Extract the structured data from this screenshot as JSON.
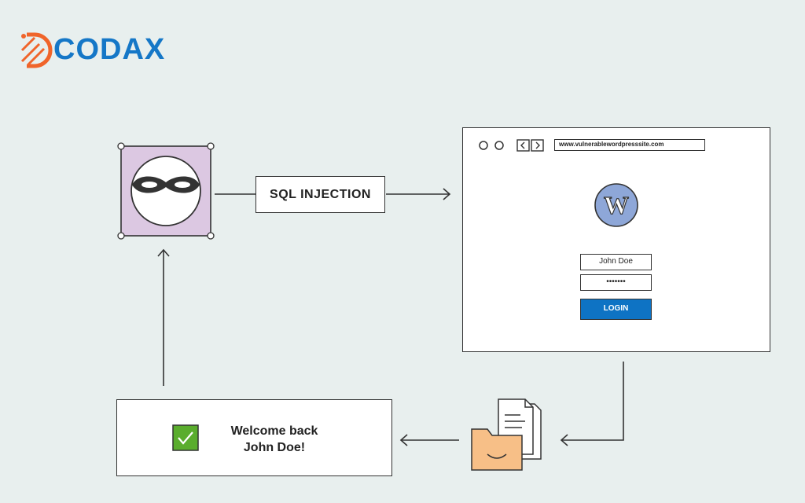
{
  "brand": {
    "name": "CODAX"
  },
  "attack_label": "SQL INJECTION",
  "browser": {
    "url": "www.vulnerablewordpresssite.com",
    "site_logo_letter": "W",
    "username_value": "John Doe",
    "password_value": "•••••••",
    "login_label": "LOGIN"
  },
  "result": {
    "line1": "Welcome back",
    "line2": "John Doe!"
  },
  "icons": {
    "attacker": "masked-hacker-icon",
    "files": "folder-documents-icon",
    "success": "checkbox-check-icon"
  },
  "colors": {
    "background": "#e8efee",
    "attacker_bg": "#dcc8e2",
    "login_button": "#0e73c4",
    "wp_logo": "#8ea7d8",
    "folder": "#f7bf87",
    "check": "#5aad2d",
    "brand_blue": "#1577c7",
    "brand_orange": "#f0642a"
  }
}
